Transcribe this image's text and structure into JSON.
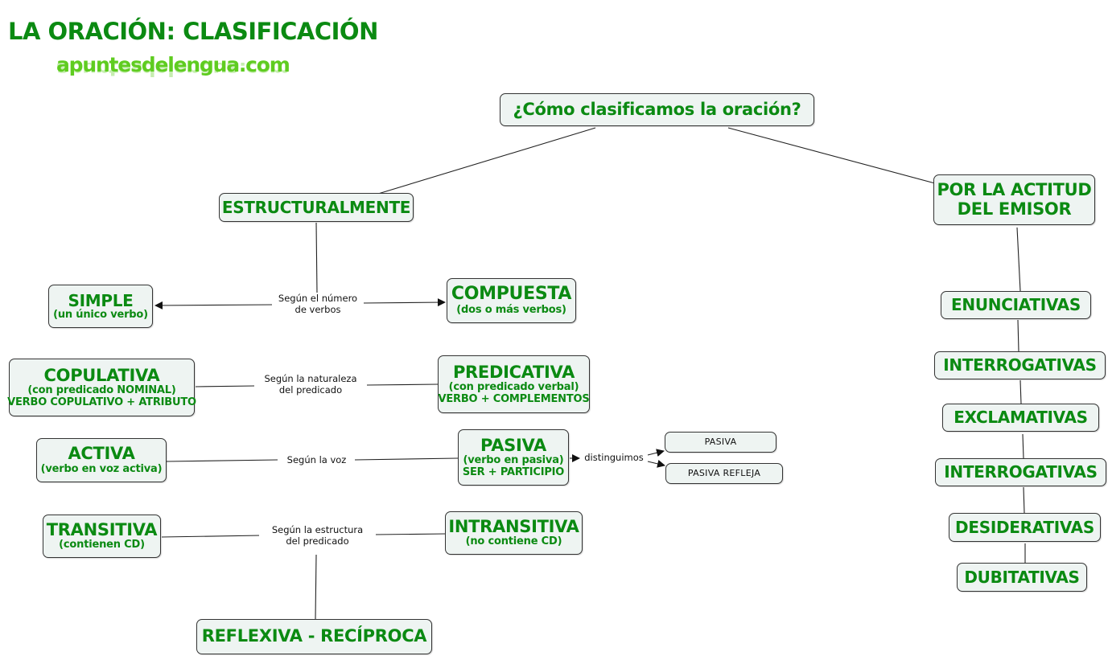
{
  "header": {
    "title": "LA ORACIÓN: CLASIFICACIÓN",
    "brand": "apuntesdelengua.com"
  },
  "colors": {
    "node_text": "#0b8a12",
    "node_fill": "#eef4f2",
    "node_border": "#333333",
    "brand": "#5fcc20"
  },
  "root": {
    "label": "¿Cómo clasificamos la oración?"
  },
  "structural": {
    "label": "ESTRUCTURALMENTE",
    "groups": [
      {
        "criterion": [
          "Según el número",
          "de verbos"
        ],
        "left": {
          "title": "SIMPLE",
          "lines": [
            "(un único verbo)"
          ]
        },
        "right": {
          "title": "COMPUESTA",
          "lines": [
            "(dos o más verbos)"
          ]
        }
      },
      {
        "criterion": [
          "Según la naturaleza",
          "del predicado"
        ],
        "left": {
          "title": "COPULATIVA",
          "lines": [
            "(con predicado NOMINAL)",
            "VERBO COPULATIVO + ATRIBUTO"
          ]
        },
        "right": {
          "title": "PREDICATIVA",
          "lines": [
            "(con predicado verbal)",
            "VERBO + COMPLEMENTOS"
          ]
        }
      },
      {
        "criterion": [
          "Según la voz"
        ],
        "left": {
          "title": "ACTIVA",
          "lines": [
            "(verbo en voz activa)"
          ]
        },
        "right": {
          "title": "PASIVA",
          "lines": [
            "(verbo en pasiva)",
            "SER + PARTICIPIO"
          ]
        }
      },
      {
        "criterion": [
          "Según la estructura",
          "del predicado"
        ],
        "left": {
          "title": "TRANSITIVA",
          "lines": [
            "(contienen CD)"
          ]
        },
        "right": {
          "title": "INTRANSITIVA",
          "lines": [
            "(no contiene CD)"
          ]
        },
        "bottom": {
          "title": "REFLEXIVA - RECÍPROCA"
        }
      }
    ],
    "passive_link": "distinguimos",
    "passive_types": [
      "PASIVA",
      "PASIVA REFLEJA"
    ]
  },
  "attitude": {
    "label": [
      "POR LA ACTITUD",
      "DEL EMISOR"
    ],
    "items": [
      "ENUNCIATIVAS",
      "INTERROGATIVAS",
      "EXCLAMATIVAS",
      "INTERROGATIVAS",
      "DESIDERATIVAS",
      "DUBITATIVAS"
    ]
  }
}
